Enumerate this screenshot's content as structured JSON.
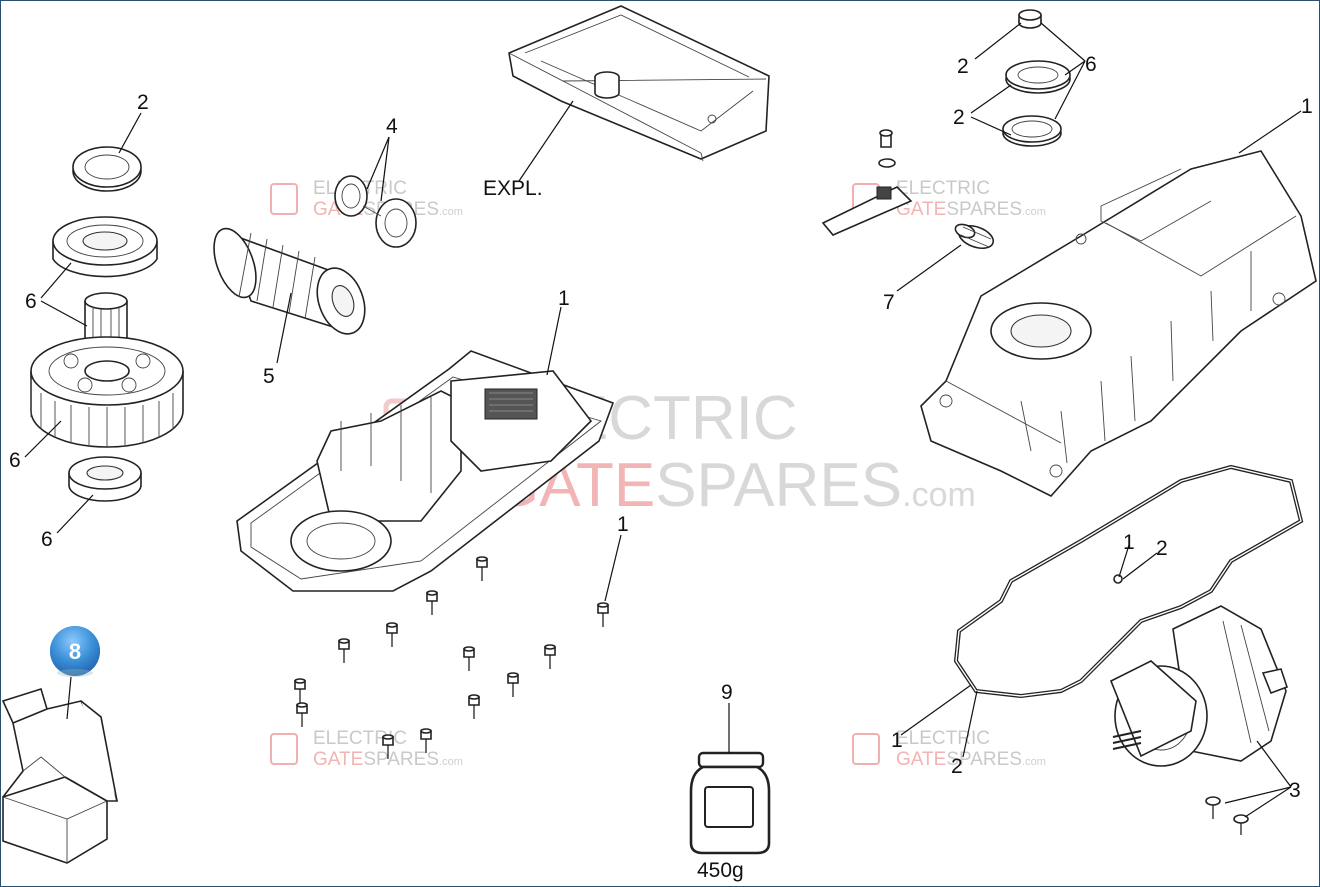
{
  "labels": {
    "l2_top_left": "2",
    "l6_left_a": "6",
    "l6_left_b": "6",
    "l6_left_c": "6",
    "l4": "4",
    "l5": "5",
    "l_expl": "EXPL.",
    "l1_base": "1",
    "l1_screw": "1",
    "l2_right_a": "2",
    "l2_right_b": "2",
    "l6_right": "6",
    "l1_cover": "1",
    "l7": "7",
    "l1_gasket_pt": "1",
    "l2_gasket_pt": "2",
    "l1_gasket": "1",
    "l2_gasket": "2",
    "l3": "3",
    "l9": "9",
    "grease_weight": "450g"
  },
  "badge": {
    "number": "8",
    "color": "#3a8fd6"
  },
  "watermarks": {
    "small_line1": "ELECTRIC",
    "small_line2_a": "GATE",
    "small_line2_b": "SPARES",
    "small_suffix": ".com",
    "big_line1": "ELECTRIC",
    "big_line2_a": "GATE",
    "big_line2_b": "SPARES",
    "big_suffix": ".com"
  },
  "colors": {
    "frame": "#2a4f6e",
    "watermark_gray": "#c9c9c9",
    "watermark_pink": "#f2b3b3"
  }
}
